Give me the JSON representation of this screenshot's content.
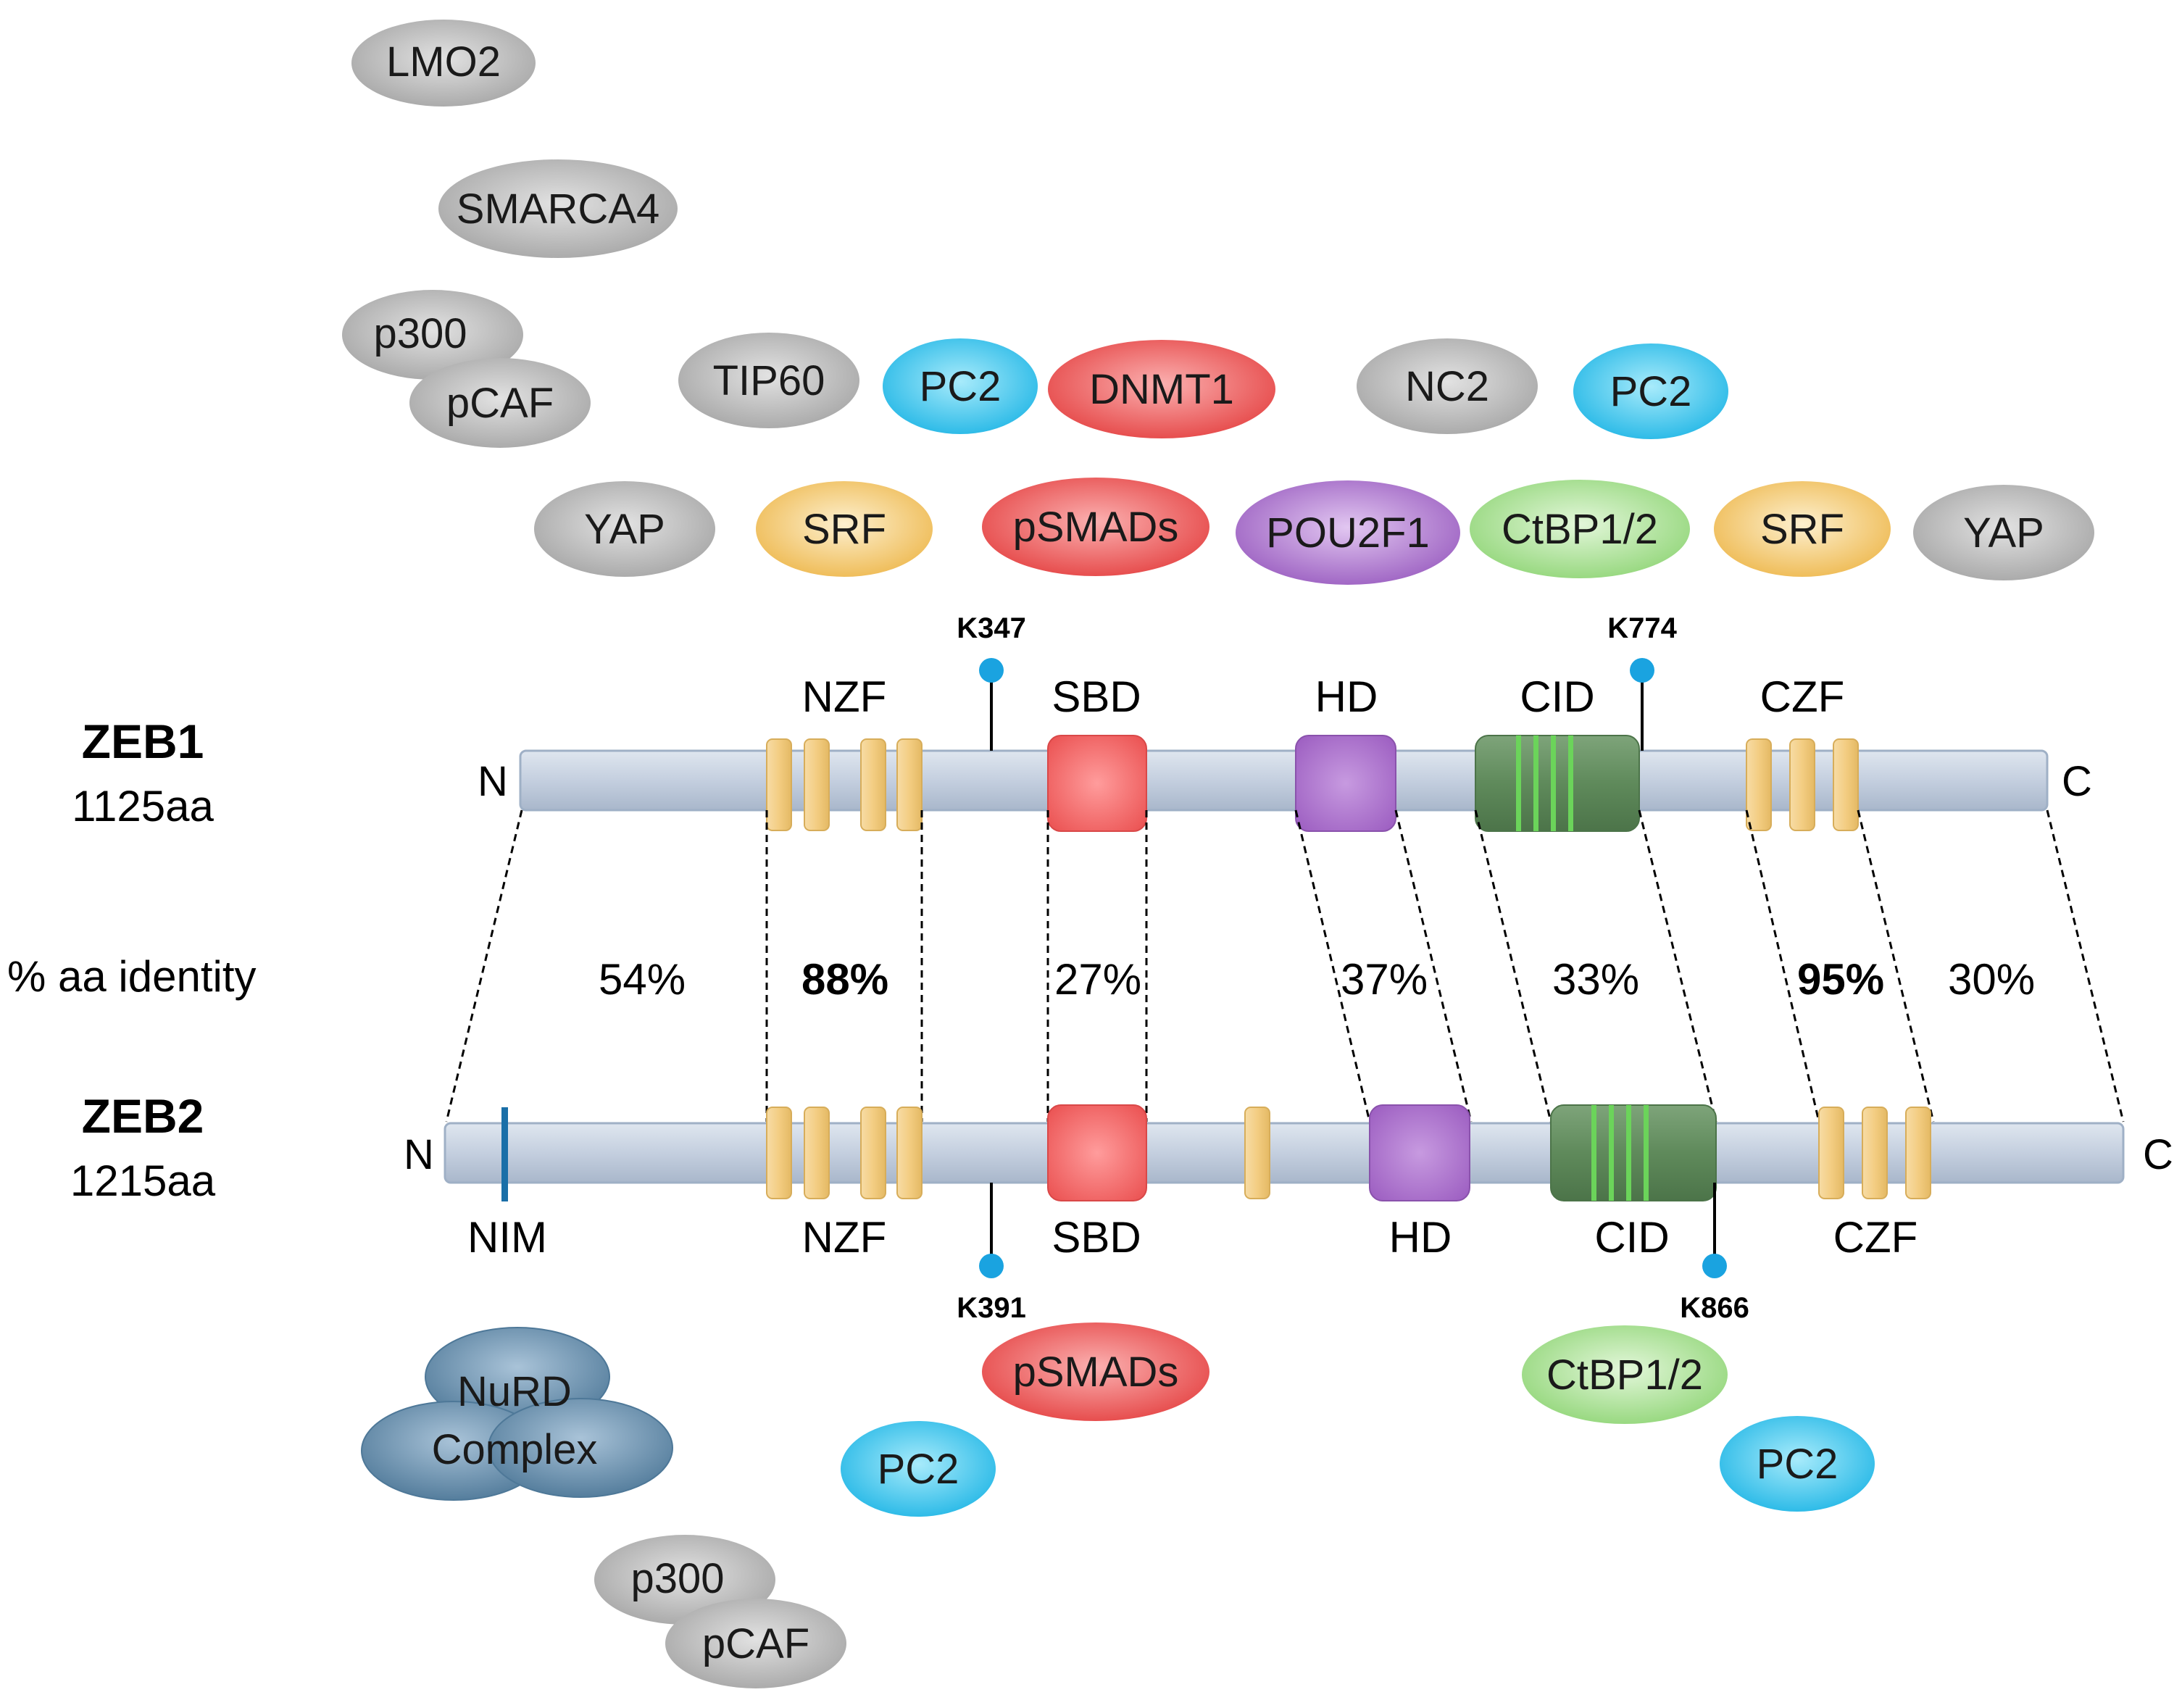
{
  "proteins": [
    {
      "id": "ZEB1",
      "name": "ZEB1",
      "length": "1125aa"
    },
    {
      "id": "ZEB2",
      "name": "ZEB2",
      "length": "1215aa"
    }
  ],
  "terminals": {
    "n": "N",
    "c": "C"
  },
  "domains": {
    "nzf": "NZF",
    "sbd": "SBD",
    "hd": "HD",
    "cid": "CID",
    "czf": "CZF",
    "nim": "NIM"
  },
  "sites": {
    "zeb1_a": "K347",
    "zeb1_b": "K774",
    "zeb2_a": "K391",
    "zeb2_b": "K866"
  },
  "identity": {
    "label": "% aa identity",
    "values": [
      "54%",
      "88%",
      "27%",
      "37%",
      "33%",
      "95%",
      "30%"
    ],
    "bold": [
      false,
      true,
      false,
      false,
      false,
      true,
      false
    ]
  },
  "partners_zeb1": [
    {
      "label": "LMO2",
      "type": "grey"
    },
    {
      "label": "SMARCA4",
      "type": "grey"
    },
    {
      "label": "p300",
      "type": "grey"
    },
    {
      "label": "pCAF",
      "type": "grey"
    },
    {
      "label": "TIP60",
      "type": "grey"
    },
    {
      "label": "PC2",
      "type": "blue"
    },
    {
      "label": "DNMT1",
      "type": "red"
    },
    {
      "label": "NC2",
      "type": "grey"
    },
    {
      "label": "PC2",
      "type": "blue"
    },
    {
      "label": "YAP",
      "type": "grey"
    },
    {
      "label": "SRF",
      "type": "yellow"
    },
    {
      "label": "pSMADs",
      "type": "red"
    },
    {
      "label": "POU2F1",
      "type": "purple"
    },
    {
      "label": "CtBP1/2",
      "type": "green"
    },
    {
      "label": "SRF",
      "type": "yellow"
    },
    {
      "label": "YAP",
      "type": "grey"
    }
  ],
  "partners_zeb2": [
    {
      "label": "pSMADs",
      "type": "red"
    },
    {
      "label": "CtBP1/2",
      "type": "green"
    },
    {
      "label": "PC2",
      "type": "blue"
    },
    {
      "label": "PC2",
      "type": "blue"
    },
    {
      "label": "p300",
      "type": "grey"
    },
    {
      "label": "pCAF",
      "type": "grey"
    }
  ],
  "nurd": {
    "line1": "NuRD",
    "line2": "Complex"
  },
  "colors": {
    "backbone": "#c9d4e3",
    "zinc_finger": "#f3cf85",
    "sbd": "#f06a6a",
    "hd": "#a874c8",
    "cid": "#5f8a5b",
    "cid_stripe": "#6bd45a",
    "site": "#1aa3e0",
    "nim": "#1a6fa8",
    "grey": "#b9b9b9",
    "blue": "#3fc6ee",
    "red": "#ef5a5a",
    "yellow": "#f4c86a",
    "purple": "#ad76cf",
    "green": "#a6e08f",
    "nurd": "#5f8aaa"
  }
}
